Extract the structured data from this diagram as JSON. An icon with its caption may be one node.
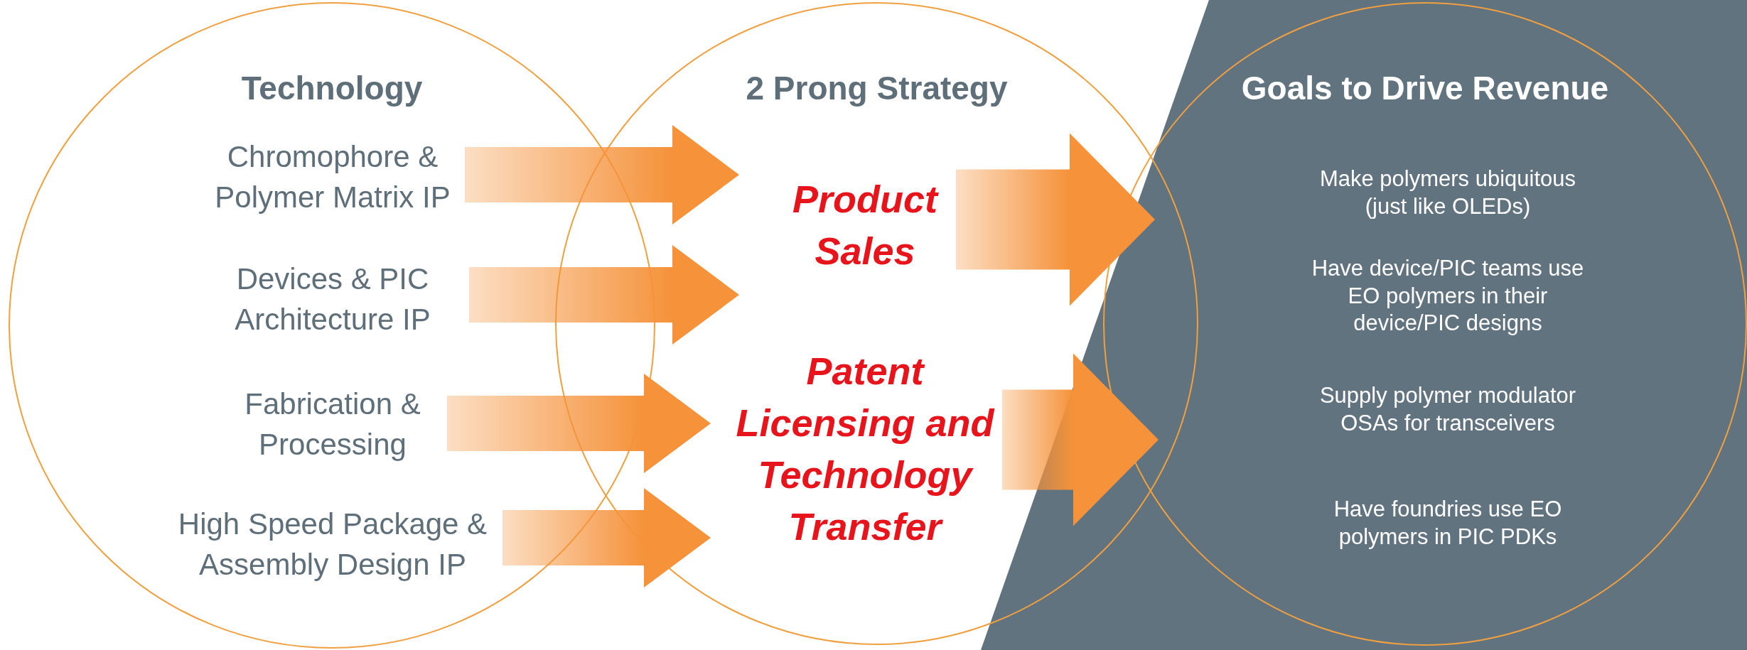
{
  "diagram": {
    "nodes": [
      {
        "text": [
          "Technology"
        ]
      },
      {
        "text": [
          "Chromophore & Polymer Matrix  IP"
        ],
        "in": 0
      },
      {
        "text": [
          "Devices & PIC Architecture IP"
        ],
        "in": 0
      },
      {
        "text": [
          "Fabrication & Processing"
        ],
        "in": 0
      },
      {
        "text": [
          "High Speed Package & Assembly Design IP"
        ],
        "in": 0
      },
      {
        "text": [
          "2 Prong Strategy"
        ]
      },
      {
        "text": [
          "Product Sales"
        ],
        "in": 5
      },
      {
        "text": [
          "Patent Licensing and Technology Transfer"
        ],
        "in": 5
      },
      {
        "text": [
          "Goals to Drive Revenue"
        ]
      },
      {
        "text": [
          "Make polymers ubiquitous (just like OLEDs)"
        ],
        "in": 8
      },
      {
        "text": [
          "Have device/PIC teams use EO polymers in their device/PIC designs"
        ],
        "in": 8
      },
      {
        "text": [
          "Supply polymer modulator OSAs for transceivers"
        ],
        "in": 8
      },
      {
        "text": [
          "Have foundries use EO polymers in PIC PDKs"
        ],
        "in": 8
      }
    ],
    "edges": [
      {
        "from": 1,
        "to": 6,
        "arrow": "to"
      },
      {
        "from": 2,
        "to": 6,
        "arrow": "to"
      },
      {
        "from": 3,
        "to": 7,
        "arrow": "to"
      },
      {
        "from": 4,
        "to": 7,
        "arrow": "to"
      },
      {
        "from": 6,
        "to": 8,
        "arrow": "to",
        "style": "thick"
      },
      {
        "from": 7,
        "to": 8,
        "arrow": "to",
        "style": "thick"
      }
    ]
  }
}
